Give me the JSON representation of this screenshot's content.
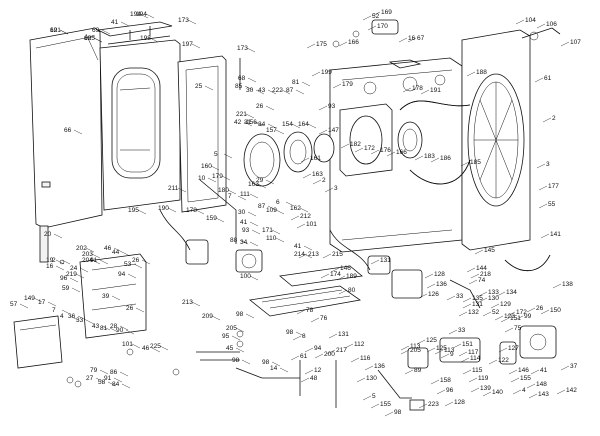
{
  "diagram": {
    "labels": [
      "69",
      "60",
      "194",
      "41",
      "173",
      "198",
      "197",
      "173",
      "69",
      "68",
      "66",
      "195",
      "190",
      "91",
      "194",
      "52",
      "169",
      "16",
      "67",
      "175",
      "166",
      "170",
      "104",
      "106",
      "107",
      "61",
      "188",
      "199",
      "179",
      "178",
      "191",
      "25",
      "85",
      "30",
      "43",
      "222",
      "87",
      "81",
      "221",
      "42",
      "31",
      "26",
      "93",
      "156",
      "34",
      "157",
      "154",
      "164",
      "147",
      "2",
      "3",
      "182",
      "172",
      "176",
      "166",
      "183",
      "186",
      "185",
      "177",
      "55",
      "161",
      "163",
      "2",
      "3",
      "5",
      "160",
      "10",
      "179",
      "180",
      "7",
      "111",
      "163",
      "29",
      "211",
      "87",
      "159",
      "178",
      "109",
      "6",
      "162",
      "212",
      "101",
      "30",
      "41",
      "93",
      "88",
      "46",
      "44",
      "20",
      "202",
      "203",
      "204",
      "24",
      "219",
      "16",
      "19",
      "2",
      "96",
      "57",
      "149",
      "17",
      "7",
      "4",
      "36",
      "33",
      "43",
      "81",
      "28",
      "90",
      "59",
      "39",
      "26",
      "53",
      "26",
      "94",
      "46",
      "225",
      "101",
      "79",
      "27",
      "58",
      "91",
      "86",
      "84",
      "34",
      "100",
      "110",
      "171",
      "41",
      "214",
      "213",
      "215",
      "146",
      "174",
      "189",
      "80",
      "74",
      "133",
      "134",
      "135",
      "33",
      "132",
      "131",
      "123",
      "131",
      "128",
      "136",
      "126",
      "130",
      "129",
      "52",
      "151",
      "75",
      "172",
      "99",
      "26",
      "150",
      "41",
      "148",
      "143",
      "142",
      "37",
      "213",
      "209",
      "98",
      "205",
      "95",
      "45",
      "98",
      "98",
      "14",
      "48",
      "94",
      "200",
      "78",
      "76",
      "98",
      "8",
      "61",
      "12",
      "205",
      "89",
      "125",
      "113",
      "125",
      "113",
      "9",
      "33",
      "151",
      "117",
      "114",
      "115",
      "119",
      "139",
      "140",
      "122",
      "127",
      "146",
      "155",
      "4",
      "5",
      "155",
      "98",
      "223",
      "158",
      "96",
      "128",
      "138",
      "141",
      "145",
      "144",
      "218",
      "131",
      "217",
      "112",
      "116",
      "136",
      "130",
      "121",
      "125"
    ]
  }
}
